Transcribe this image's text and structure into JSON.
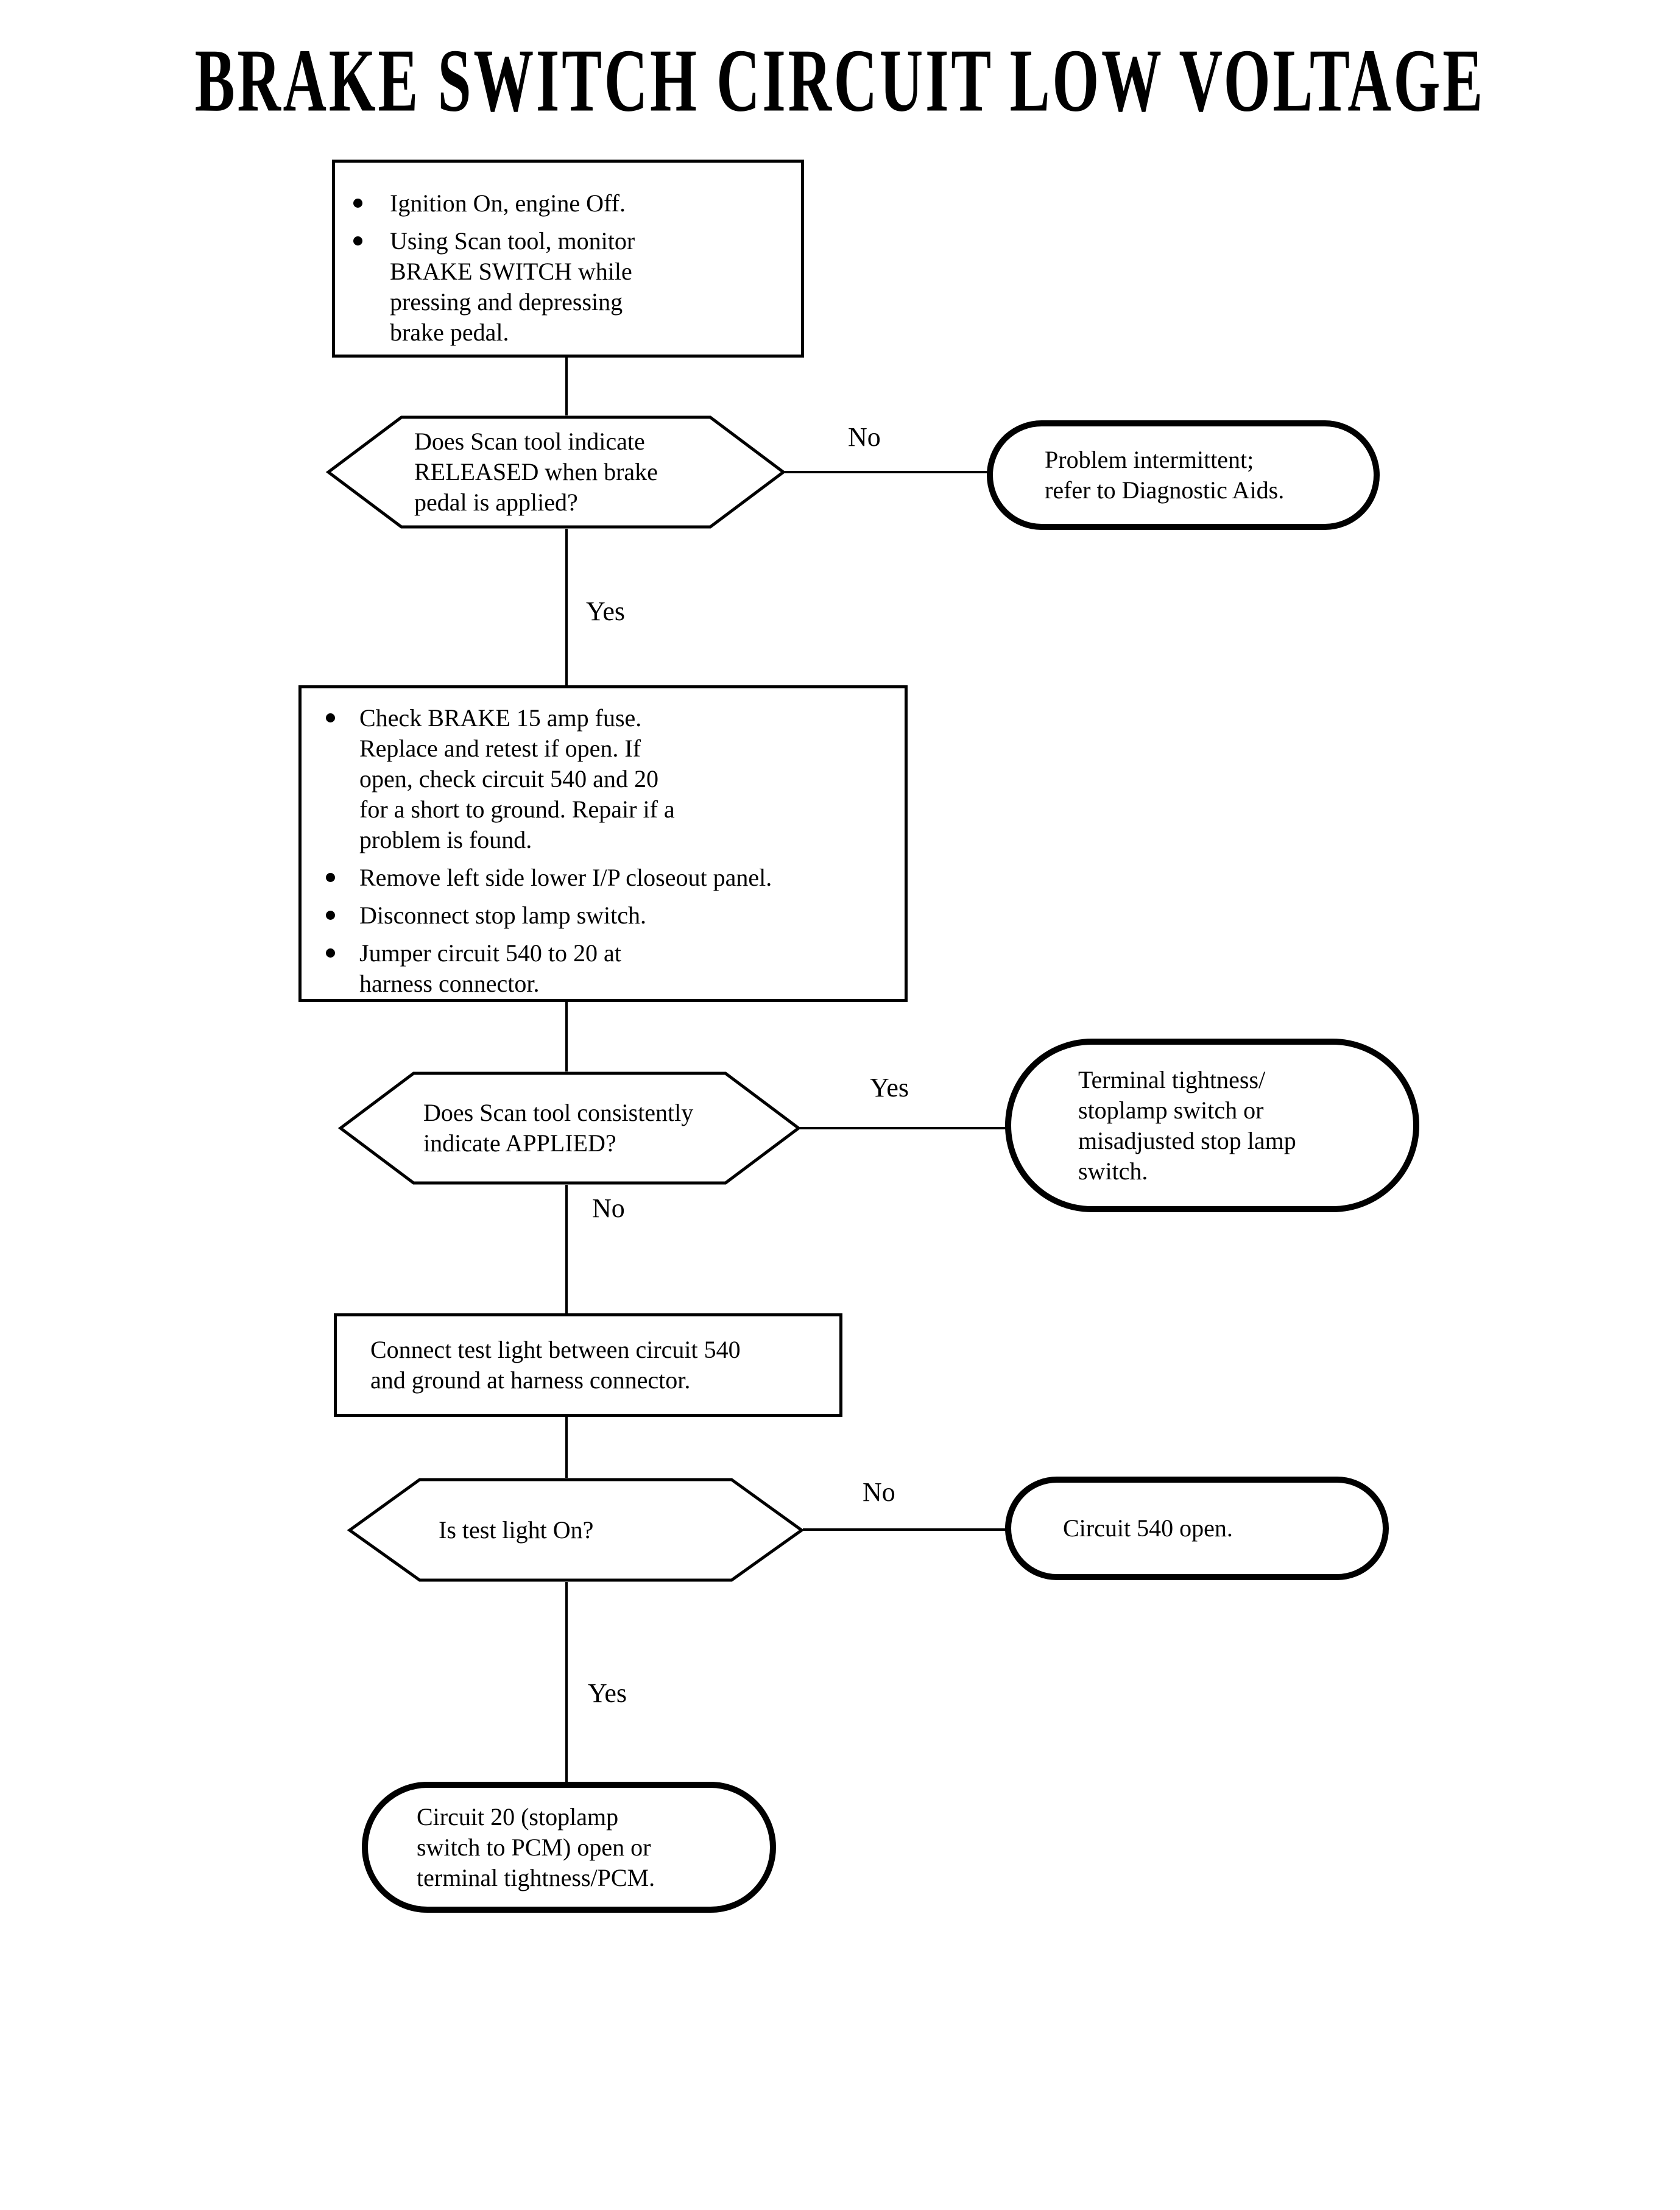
{
  "title": "BRAKE SWITCH CIRCUIT LOW VOLTAGE",
  "labels": {
    "yes": "Yes",
    "no": "No"
  },
  "flow": {
    "start": {
      "bullets": [
        "Ignition On, engine Off.",
        "Using Scan tool, monitor\nBRAKE SWITCH while\npressing and depressing\nbrake pedal."
      ]
    },
    "decision_released": {
      "question": "Does Scan tool indicate\nRELEASED when brake\npedal is applied?"
    },
    "result_intermittent": {
      "text": "Problem intermittent;\nrefer to Diagnostic Aids."
    },
    "actions": {
      "bullets": [
        "Check BRAKE 15 amp fuse.\nReplace and retest if open. If\nopen, check circuit 540 and 20\nfor a short to ground. Repair if a\nproblem is found.",
        "Remove left side lower I/P closeout panel.",
        "Disconnect stop lamp switch.",
        "Jumper circuit 540 to 20 at\nharness connector."
      ]
    },
    "decision_applied": {
      "question": "Does Scan tool consistently\nindicate APPLIED?"
    },
    "result_terminal_tightness": {
      "text": "Terminal tightness/\nstoplamp switch or\nmisadjusted stop lamp\nswitch."
    },
    "test_light": {
      "text": "Connect test light between circuit 540\nand ground at harness connector."
    },
    "decision_test_light": {
      "question": "Is test light On?"
    },
    "result_circuit540": {
      "text": "Circuit 540 open."
    },
    "result_circuit20": {
      "text": "Circuit 20 (stoplamp\nswitch to PCM) open or\nterminal tightness/PCM."
    }
  }
}
